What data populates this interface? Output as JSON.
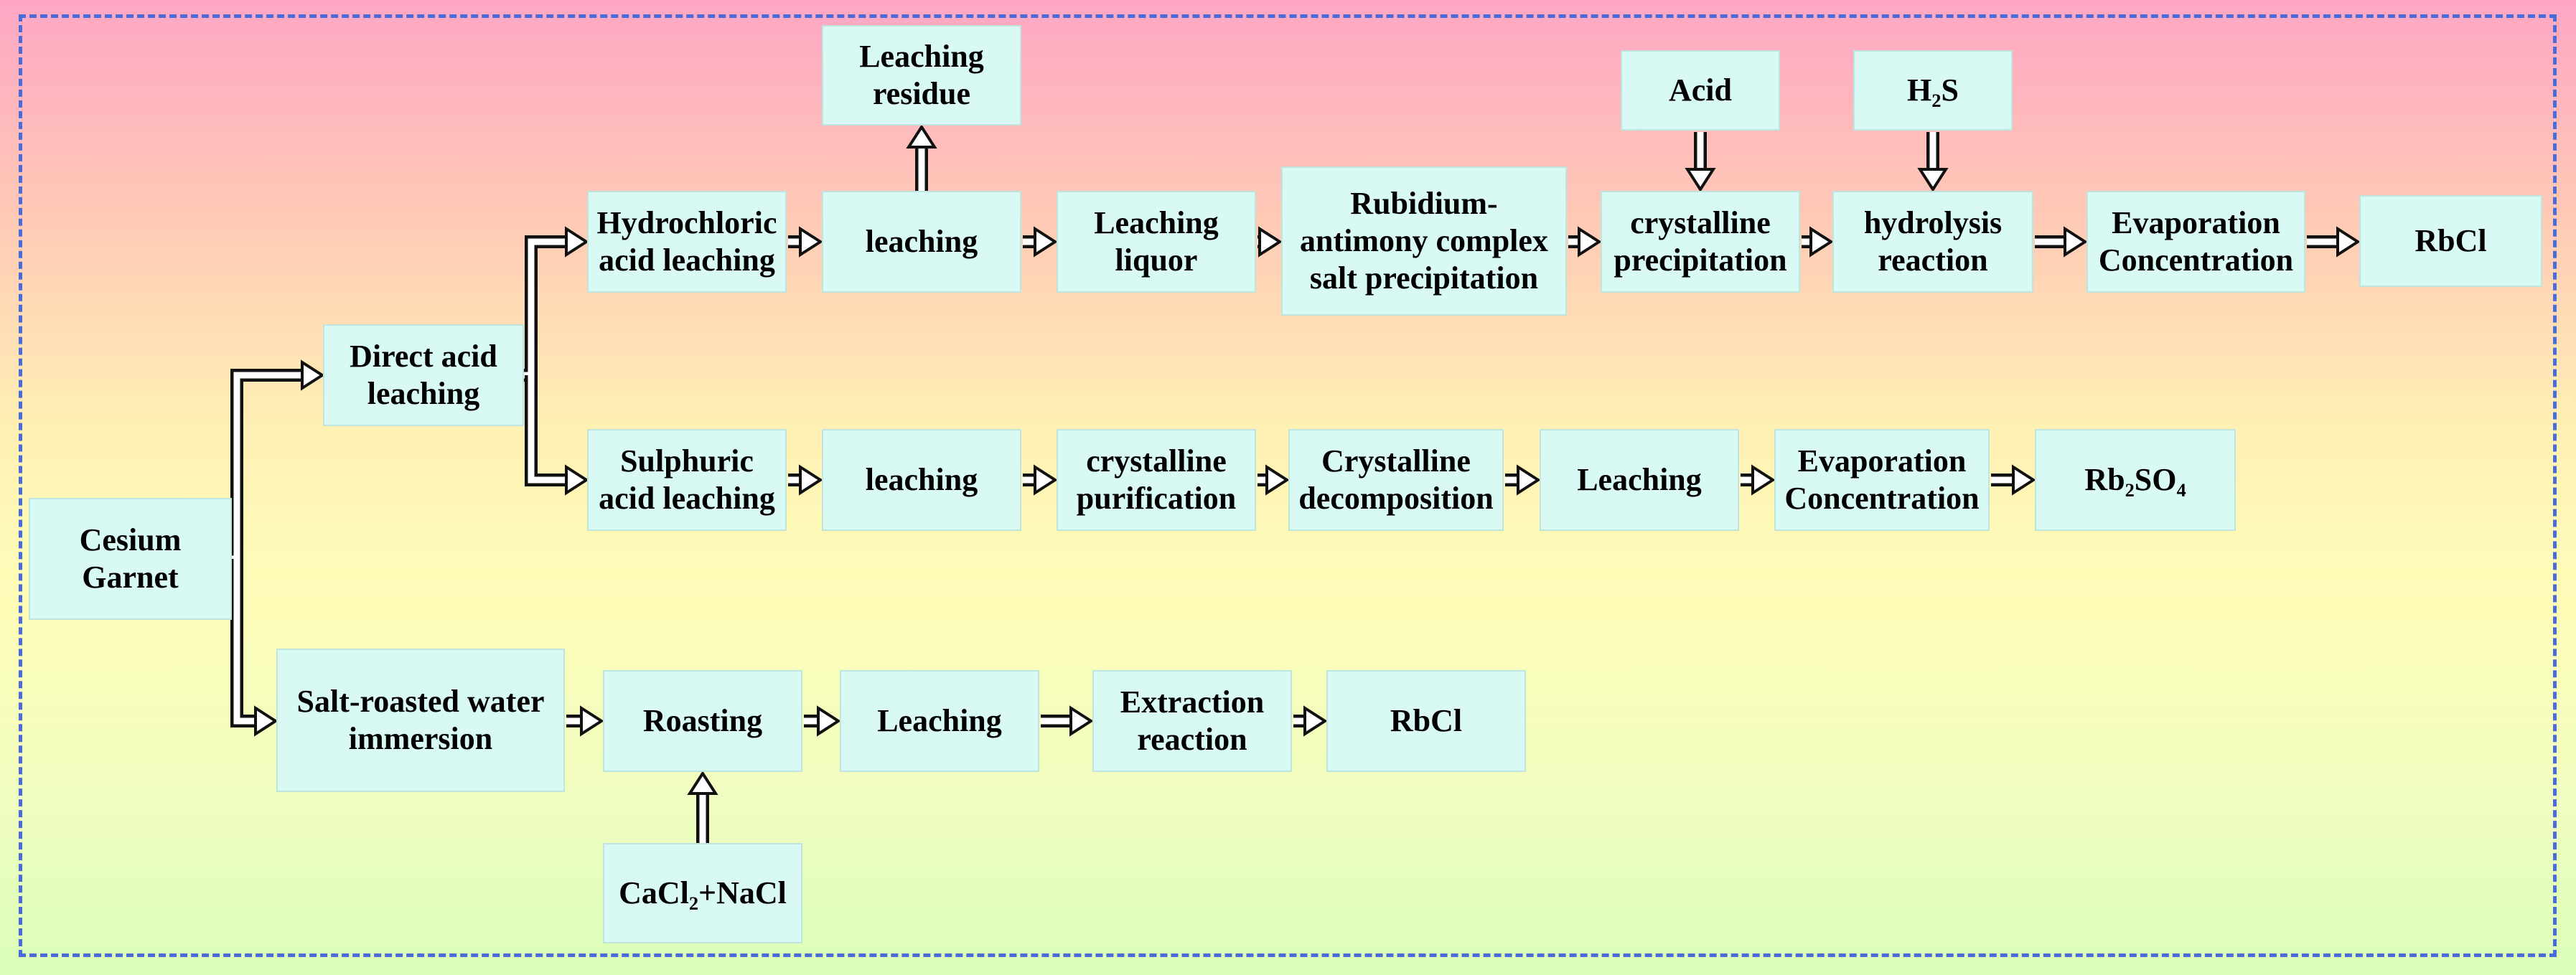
{
  "nodes": {
    "cesium_garnet": "Cesium\nGarnet",
    "direct_acid_leaching": "Direct acid\nleaching",
    "hydrochloric_acid_leaching": "Hydrochloric\nacid leaching",
    "hcl_leaching": "leaching",
    "leaching_residue": "Leaching\nresidue",
    "leaching_liquor": "Leaching\nliquor",
    "rb_sb_complex_precipitation": "Rubidium-\nantimony complex\nsalt precipitation",
    "acid": "Acid",
    "crystalline_precipitation": "crystalline\nprecipitation",
    "h2s": "H₂S",
    "hydrolysis_reaction": "hydrolysis\nreaction",
    "evaporation_concentration_hcl": "Evaporation\nConcentration",
    "rbcl_hcl": "RbCl",
    "sulphuric_acid_leaching": "Sulphuric\nacid leaching",
    "h2so4_leaching": "leaching",
    "crystalline_purification": "crystalline\npurification",
    "crystalline_decomposition": "Crystalline\ndecomposition",
    "leaching_so4": "Leaching",
    "evaporation_concentration_so4": "Evaporation\nConcentration",
    "rb2so4": "Rb₂SO₄",
    "salt_roasted_water_immersion": "Salt-roasted water\nimmersion",
    "roasting": "Roasting",
    "leaching_salt": "Leaching",
    "extraction_reaction": "Extraction\nreaction",
    "rbcl_salt": "RbCl",
    "cacl2_nacl": "CaCl₂+NaCl"
  }
}
